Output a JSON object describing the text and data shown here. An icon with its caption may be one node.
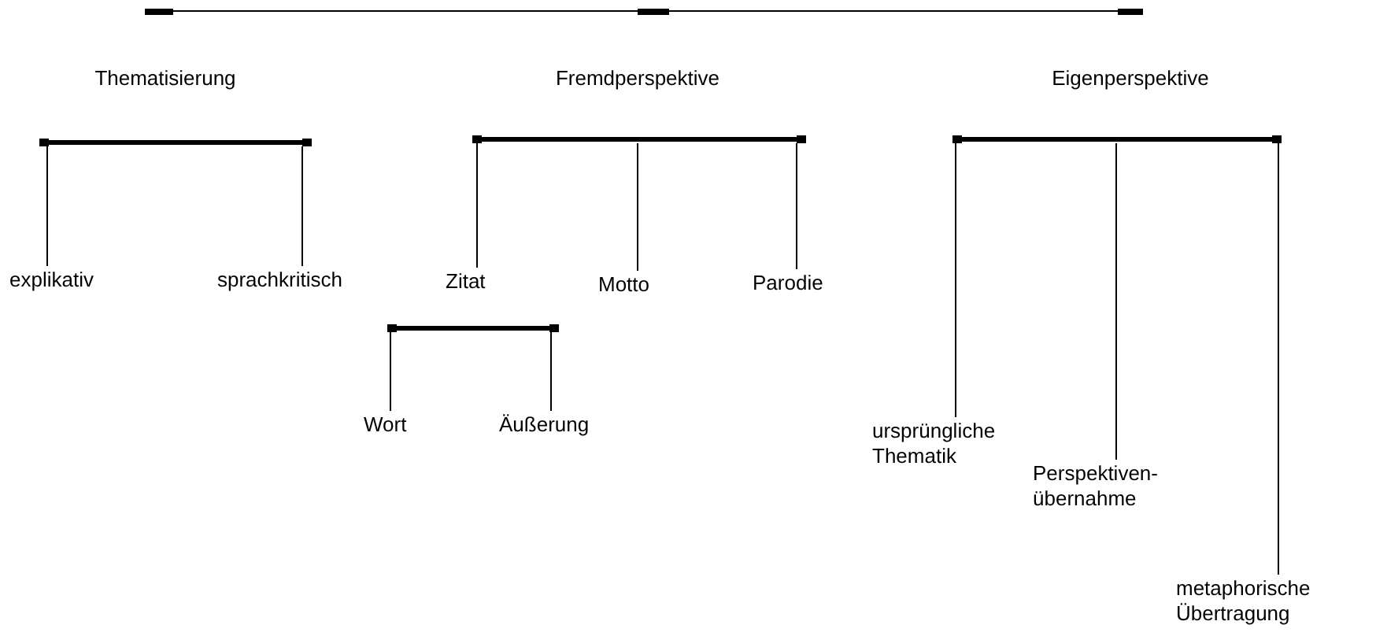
{
  "diagram": {
    "nodes": [
      {
        "text": [],
        "shape": "bar"
      },
      {
        "text": [
          "Thematisierung"
        ]
      },
      {
        "text": [
          "Fremdperspektive"
        ]
      },
      {
        "text": [
          "Eigenperspektive"
        ]
      },
      {
        "text": [],
        "shape": "bar"
      },
      {
        "text": [],
        "shape": "bar"
      },
      {
        "text": [],
        "shape": "bar"
      },
      {
        "text": [
          "explikativ"
        ]
      },
      {
        "text": [
          "sprachkritisch"
        ]
      },
      {
        "text": [
          "Zitat"
        ]
      },
      {
        "text": [
          "Motto"
        ]
      },
      {
        "text": [
          "Parodie"
        ]
      },
      {
        "text": [],
        "shape": "bar"
      },
      {
        "text": [
          "Wort"
        ]
      },
      {
        "text": [
          "Äußerung"
        ]
      },
      {
        "text": [
          "ursprüngliche Thematik"
        ]
      },
      {
        "text": [
          "Perspektiven- übernahme"
        ]
      },
      {
        "text": [
          "metaphorische Übertragung"
        ]
      }
    ],
    "edges": [
      {
        "from": 4,
        "to": 7,
        "arrow": "none"
      },
      {
        "from": 4,
        "to": 8,
        "arrow": "none"
      },
      {
        "from": 5,
        "to": 9,
        "arrow": "none"
      },
      {
        "from": 5,
        "to": 10,
        "arrow": "none"
      },
      {
        "from": 5,
        "to": 11,
        "arrow": "none"
      },
      {
        "from": 12,
        "to": 13,
        "arrow": "none"
      },
      {
        "from": 12,
        "to": 14,
        "arrow": "none"
      },
      {
        "from": 6,
        "to": 15,
        "arrow": "none"
      },
      {
        "from": 6,
        "to": 16,
        "arrow": "none"
      },
      {
        "from": 6,
        "to": 17,
        "arrow": "none"
      }
    ]
  }
}
